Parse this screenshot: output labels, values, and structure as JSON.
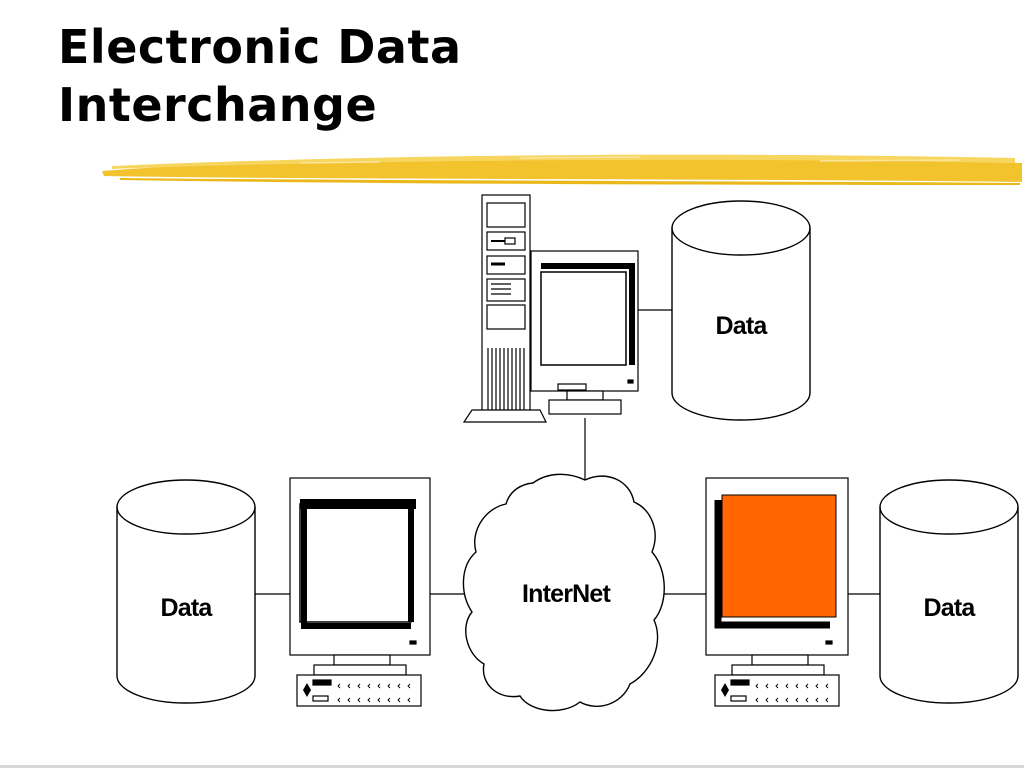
{
  "slide": {
    "title_line1": "Electronic Data",
    "title_line2": "Interchange"
  },
  "diagram": {
    "data_store_top_label": "Data",
    "data_store_left_label": "Data",
    "data_store_right_label": "Data",
    "network_label": "InterNet"
  },
  "colors": {
    "title_underline": "#f2c32d",
    "right_screen_fill": "#ff6600",
    "line": "#000000"
  }
}
